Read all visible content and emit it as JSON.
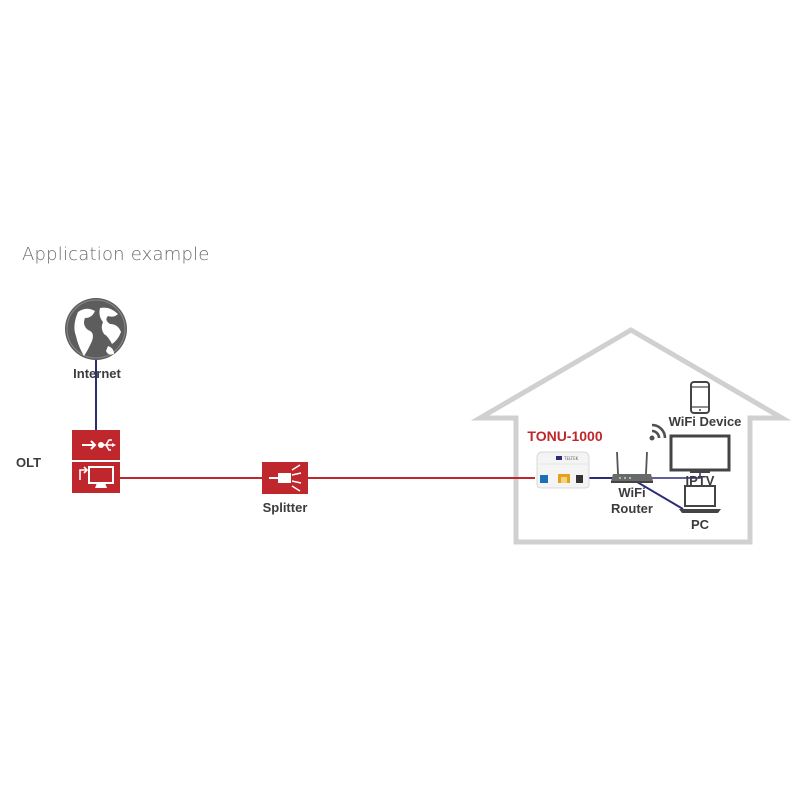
{
  "heading": "Application example",
  "labels": {
    "internet": "Internet",
    "olt": "OLT",
    "splitter": "Splitter",
    "onu": "TONU-1000",
    "router_line1": "WiFi",
    "router_line2": "Router",
    "wifi_device": "WiFi Device",
    "iptv": "IPTV",
    "pc": "PC",
    "device_brand": "TELTEK"
  },
  "colors": {
    "red": "#c0272d",
    "navy": "#2b2d7a",
    "house": "#d0d0d0",
    "text": "#3c3c3c"
  }
}
